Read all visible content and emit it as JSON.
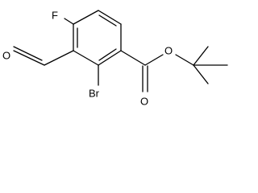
{
  "molecule": {
    "atoms": {
      "fluorine": "F",
      "bromine": "Br",
      "aldehyde_oxygen": "O",
      "ester_carbonyl_oxygen": "O",
      "ester_ether_oxygen": "O"
    }
  }
}
